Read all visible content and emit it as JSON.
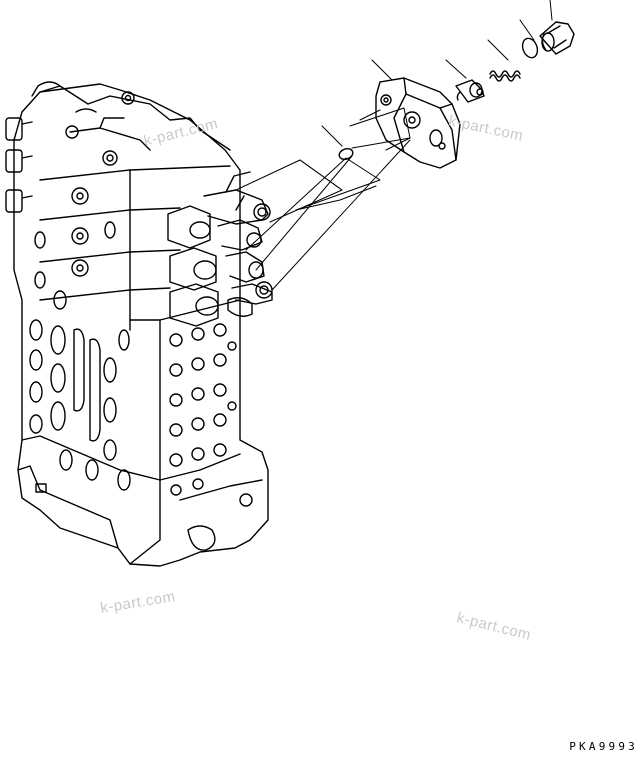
{
  "drawing_code": "PKA9993",
  "watermarks": [
    "k-part.com",
    "k-part.com",
    "k-part.com",
    "k-part.com"
  ],
  "line_color": "#000000",
  "watermark_color": "#c9c9c9"
}
